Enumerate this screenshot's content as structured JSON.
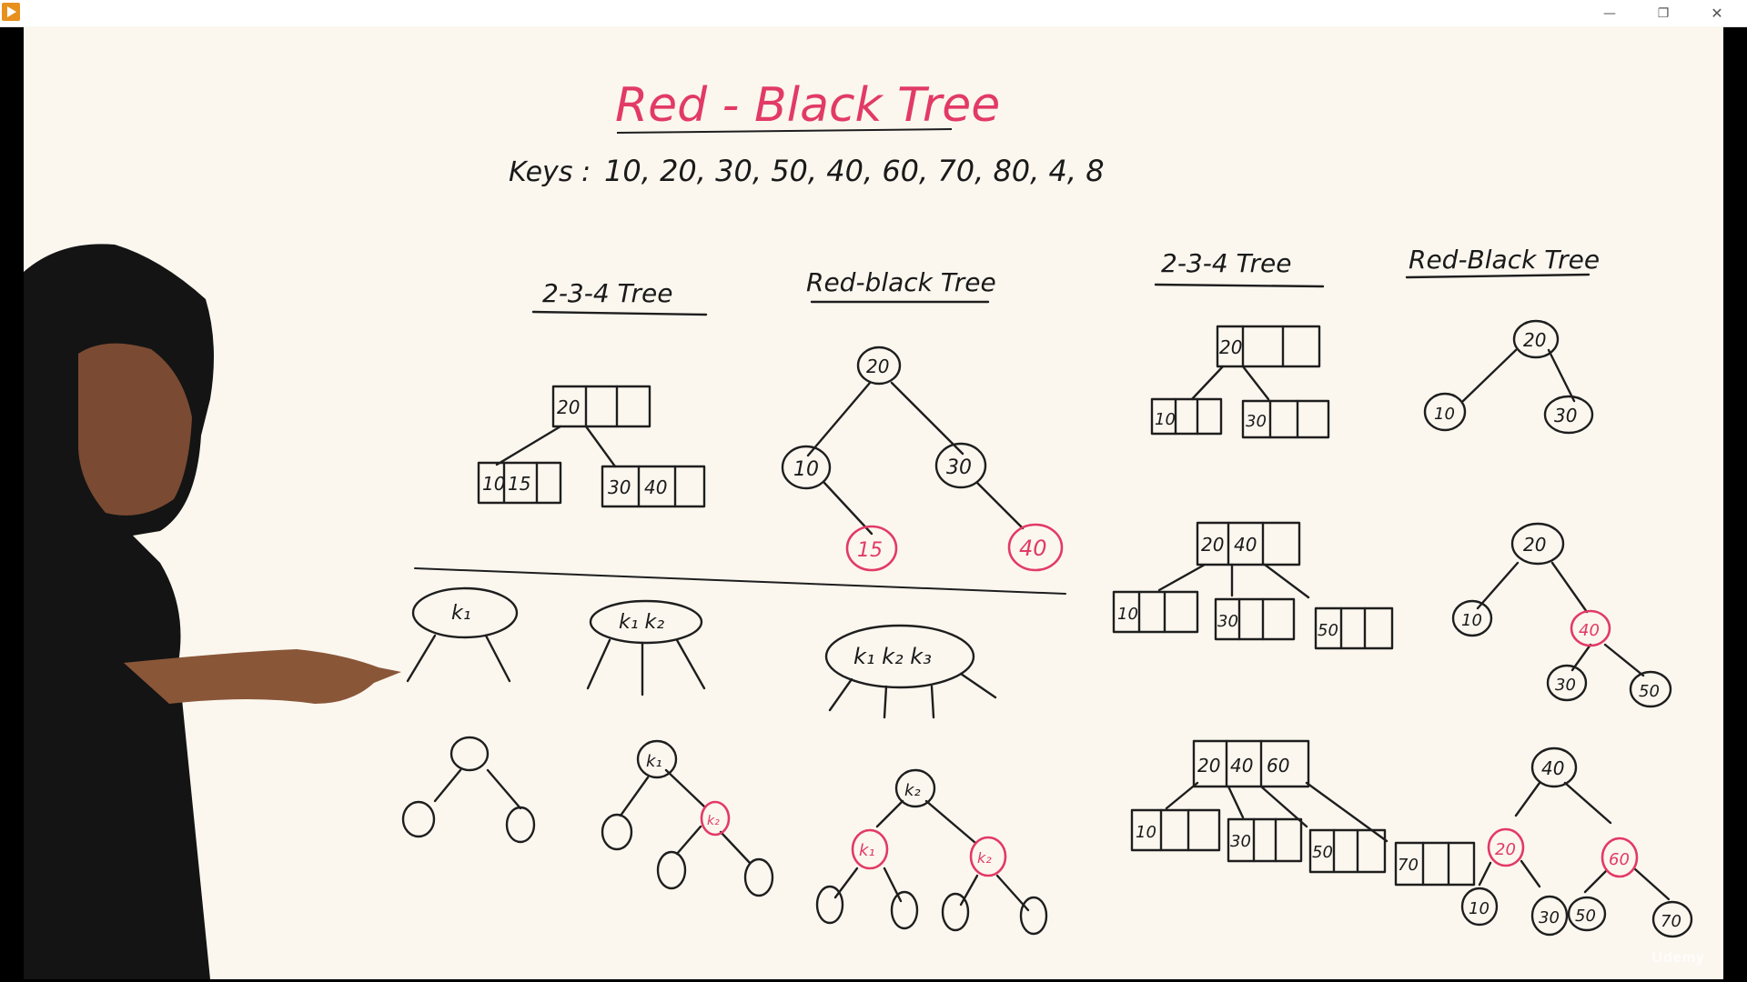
{
  "window": {
    "min": "—",
    "restore": "❐",
    "close": "✕"
  },
  "board": {
    "title": "Red - Black Tree",
    "keys_label": "Keys :",
    "keys": "10, 20, 30, 50, 40, 60, 70, 80, 4, 8",
    "left_234_heading": "2-3-4 Tree",
    "left_rb_heading": "Red-black Tree",
    "right_234_heading": "2-3-4 Tree",
    "right_rb_heading": "Red-Black Tree"
  },
  "node_colors": {
    "ink": "#1e1e1e",
    "red": "#e23a66"
  },
  "watermark": "Udemy"
}
